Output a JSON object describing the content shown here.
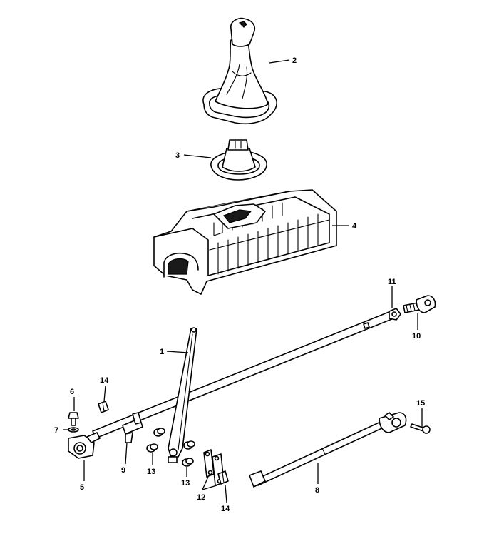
{
  "callouts": {
    "n1": "1",
    "n2": "2",
    "n3": "3",
    "n4": "4",
    "n5": "5",
    "n6": "6",
    "n7": "7",
    "n8": "8",
    "n9": "9",
    "n10": "10",
    "n11": "11",
    "n12": "12",
    "n13a": "13",
    "n13b": "13",
    "n14a": "14",
    "n14b": "14",
    "n15": "15"
  },
  "colors": {
    "line": "#000000",
    "background": "#ffffff"
  }
}
